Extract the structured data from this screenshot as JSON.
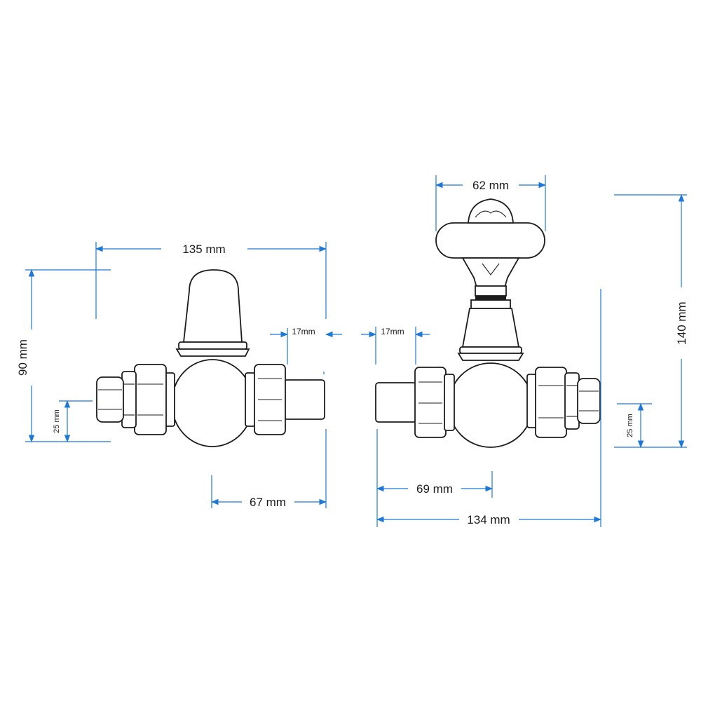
{
  "colors": {
    "dimension": "#1e78d6",
    "outline": "#1c1c1c",
    "background": "#ffffff"
  },
  "left_valve": {
    "width_overall": "135 mm",
    "height_overall": "90 mm",
    "pipe_center_height": "25 mm",
    "tail_width": "17mm",
    "center_to_tail": "67 mm"
  },
  "right_valve": {
    "head_width": "62 mm",
    "height_overall": "140 mm",
    "pipe_center_height": "25 mm",
    "tail_width": "17mm",
    "tail_to_center": "69 mm",
    "width_overall": "134 mm"
  }
}
